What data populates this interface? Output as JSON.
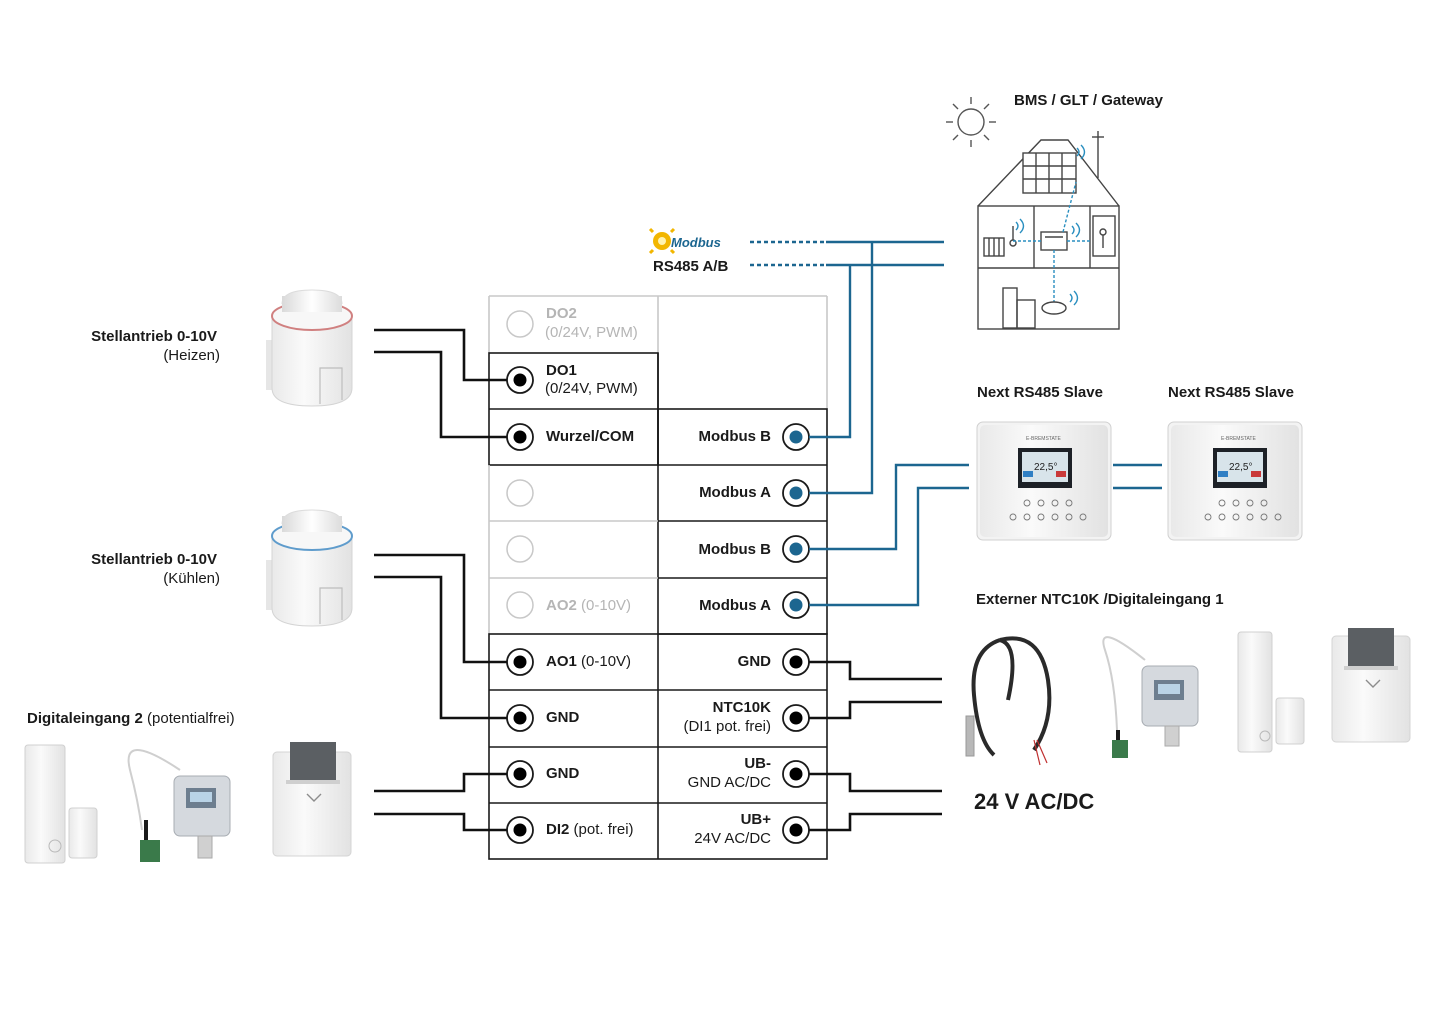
{
  "bms": {
    "title": "BMS / GLT / Gateway"
  },
  "bus": {
    "modbus_logo": "Modbus",
    "rs485": "RS485 A/B"
  },
  "actuators": {
    "heat": {
      "title": "Stellantrieb 0-10V",
      "sub": "(Heizen)"
    },
    "cool": {
      "title": "Stellantrieb 0-10V",
      "sub": "(Kühlen)"
    }
  },
  "di2": {
    "title": "Digitaleingang 2",
    "sub": "(potentialfrei)"
  },
  "slaves": {
    "left": "Next RS485 Slave",
    "right": "Next RS485 Slave"
  },
  "ntc": {
    "title": "Externer NTC10K /Digitaleingang 1"
  },
  "power": {
    "label": "24 V AC/DC"
  },
  "terminals_left": {
    "do2": "DO2",
    "do2_sub": "(0/24V, PWM)",
    "do1": "DO1",
    "do1_sub": "(0/24V, PWM)",
    "wurzel": "Wurzel/COM",
    "ao2": "AO2",
    "ao2_sub": "(0-10V)",
    "ao1": "AO1",
    "ao1_sub": "(0-10V)",
    "gnd1": "GND",
    "gnd2": "GND",
    "di2": "DI2",
    "di2_sub": "(pot. frei)"
  },
  "terminals_right": {
    "mb_b1": "Modbus B",
    "mb_a1": "Modbus A",
    "mb_b2": "Modbus B",
    "mb_a2": "Modbus A",
    "gnd": "GND",
    "ntc": "NTC10K",
    "ntc_sub": "(DI1 pot. frei)",
    "ubm": "UB-",
    "ubm_sub": "GND AC/DC",
    "ubp": "UB+",
    "ubp_sub": "24V AC/DC"
  },
  "device_screen": {
    "brand": "E-BREMSTATE",
    "temp": "22,5°"
  },
  "colors": {
    "bus": "#1c6690",
    "wire": "#111111",
    "grey": "#c8c8c8",
    "logo": "#f2b600"
  }
}
